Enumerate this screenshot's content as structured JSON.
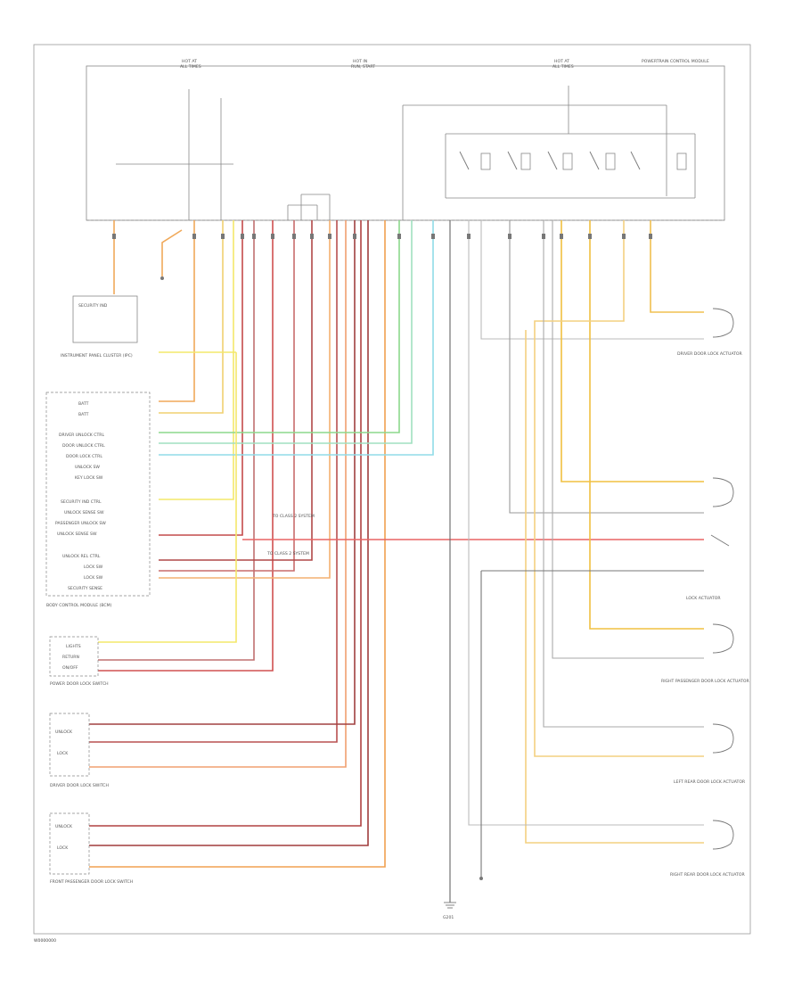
{
  "diagram": {
    "module_labels": {
      "pcm": "POWERTRAIN CONTROL MODULE",
      "ipc": "INSTRUMENT PANEL CLUSTER (IPC)",
      "bcm": "BODY CONTROL MODULE (BCM)",
      "class2": "TO CLASS 2 SYSTEM"
    },
    "left_labels": [
      "SECURITY IND",
      "BATT",
      "BATT",
      "DRIVER UNLOCK CTRL",
      "DOOR UNLOCK CTRL",
      "DOOR LOCK CTRL",
      "UNLOCK SW",
      "KEY LOCK SW",
      "SECURITY IND CTRL",
      "UNLOCK SENSE SW",
      "PASSENGER UNLOCK SW",
      "UNLOCK SENSE SW",
      "UNLOCK REL CTRL",
      "LOCK SW",
      "LOCK SW",
      "SECURITY SENSE",
      "LIGHTS",
      "RETURN",
      "ON/OFF",
      "POWER DOOR LOCK SWITCH",
      "UNLOCK",
      "LOCK",
      "DRIVER DOOR LOCK SWITCH",
      "UNLOCK",
      "LOCK",
      "FRONT PASSENGER DOOR LOCK SWITCH"
    ],
    "right_labels": [
      "DRIVER DOOR LOCK ACTUATOR",
      "LOCK ACTUATOR",
      "RIGHT PASSENGER DOOR LOCK ACTUATOR",
      "LEFT REAR DOOR LOCK ACTUATOR",
      "RIGHT REAR DOOR LOCK ACTUATOR"
    ],
    "ground_label": "G201",
    "footer_code": "W0000000"
  }
}
